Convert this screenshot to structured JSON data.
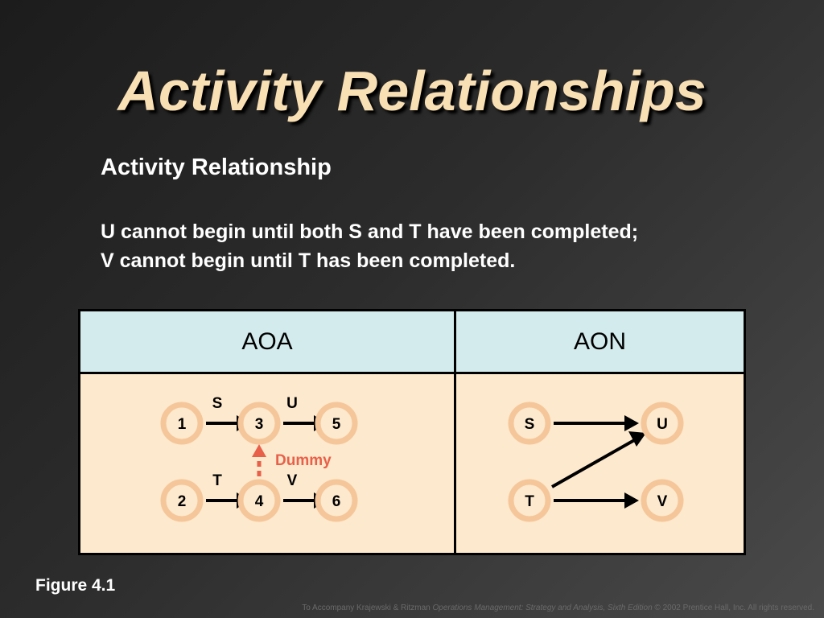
{
  "slide": {
    "title": "Activity Relationships",
    "subtitle": "Activity Relationship",
    "description_lines": [
      "U cannot begin until both S and T have been completed;",
      "V cannot begin until T has been completed."
    ],
    "figure_label": "Figure 4.1",
    "footer_prefix": "To Accompany Krajewski & Ritzman ",
    "footer_book": "Operations Management: Strategy and Analysis, Sixth Edition",
    "footer_suffix": " © 2002 Prentice Hall, Inc. All rights reserved."
  },
  "table": {
    "aoa_header": "AOA",
    "aon_header": "AON"
  },
  "aoa": {
    "nodes": [
      "1",
      "3",
      "5",
      "2",
      "4",
      "6"
    ],
    "activities": [
      "S",
      "U",
      "T",
      "V"
    ],
    "dummy_label": "Dummy"
  },
  "aon": {
    "nodes": [
      "S",
      "U",
      "T",
      "V"
    ]
  },
  "colors": {
    "title": "#f9dfb4",
    "header_fill": "#d3ebec",
    "body_fill": "#fde9cd",
    "node_ring": "#f5c69a",
    "dummy": "#e8604a"
  }
}
